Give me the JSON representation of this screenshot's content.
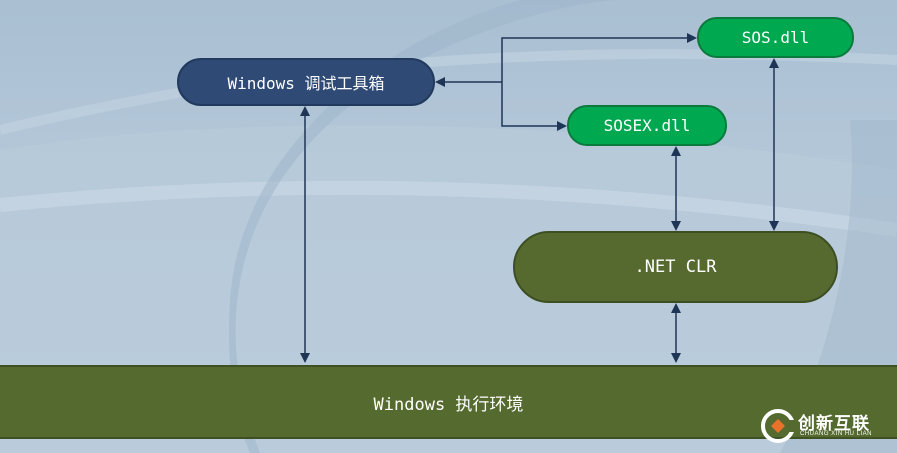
{
  "diagram": {
    "nodes": {
      "toolbox": "Windows 调试工具箱",
      "sos": "SOS.dll",
      "sosex": "SOSEX.dll",
      "clr": ".NET CLR",
      "env": "Windows 执行环境"
    },
    "edges": [
      {
        "from": "toolbox",
        "to": "sos",
        "direction": "bidirectional"
      },
      {
        "from": "toolbox",
        "to": "sosex",
        "direction": "bidirectional"
      },
      {
        "from": "toolbox",
        "to": "env",
        "direction": "bidirectional"
      },
      {
        "from": "sosex",
        "to": "clr",
        "direction": "bidirectional"
      },
      {
        "from": "sos",
        "to": "clr",
        "direction": "bidirectional"
      },
      {
        "from": "clr",
        "to": "env",
        "direction": "bidirectional"
      }
    ],
    "colors": {
      "toolbox_fill": "#2f4a74",
      "dll_fill": "#00a850",
      "clr_fill": "#566a30",
      "env_fill": "#556a2f",
      "arrow": "#1f3556"
    }
  },
  "watermark": {
    "name": "创新互联",
    "subtitle": "CHUANG XIN HU LIAN"
  }
}
